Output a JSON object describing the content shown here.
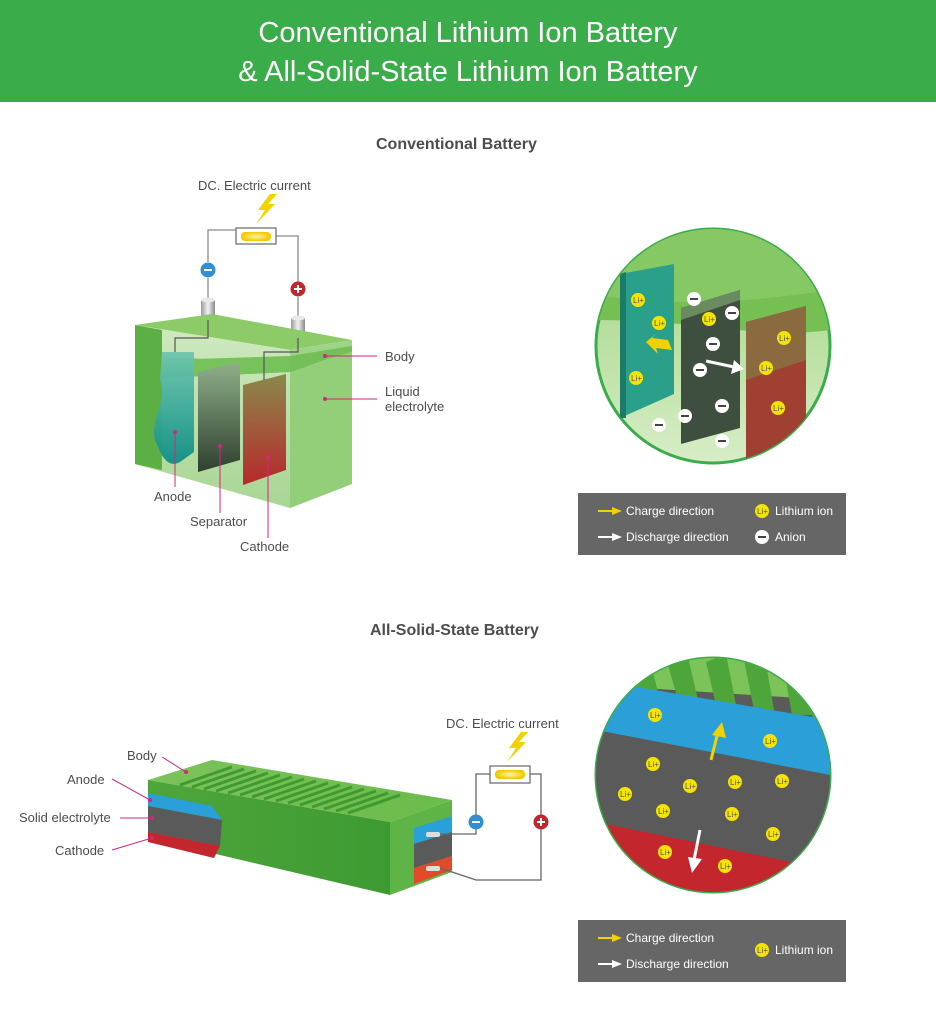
{
  "header": {
    "title_line1": "Conventional Lithium Ion Battery",
    "title_line2": "& All-Solid-State Lithium Ion Battery"
  },
  "conventional": {
    "title": "Conventional Battery",
    "current_label": "DC. Electric current",
    "labels": {
      "body": "Body",
      "liquid_electrolyte": "Liquid electrolyte",
      "anode": "Anode",
      "separator": "Separator",
      "cathode": "Cathode"
    },
    "legend": {
      "charge": "Charge direction",
      "discharge": "Discharge direction",
      "lithium_ion": "Lithium ion",
      "anion": "Anion"
    },
    "ion_symbol": "Li+"
  },
  "solid_state": {
    "title": "All-Solid-State Battery",
    "current_label": "DC. Electric current",
    "labels": {
      "body": "Body",
      "anode": "Anode",
      "solid_electrolyte": "Solid electrolyte",
      "cathode": "Cathode"
    },
    "legend": {
      "charge": "Charge direction",
      "discharge": "Discharge direction",
      "lithium_ion": "Lithium ion"
    }
  },
  "colors": {
    "header_green": "#3aac49",
    "body_green": "#7dc35a",
    "anode_blue": "#2a9fd8",
    "cathode_red": "#c4262e",
    "electrolyte_gray": "#5a5a5a",
    "legend_bg": "#666666",
    "ion_yellow": "#f5e400",
    "pink_pointer": "#d6247f"
  }
}
